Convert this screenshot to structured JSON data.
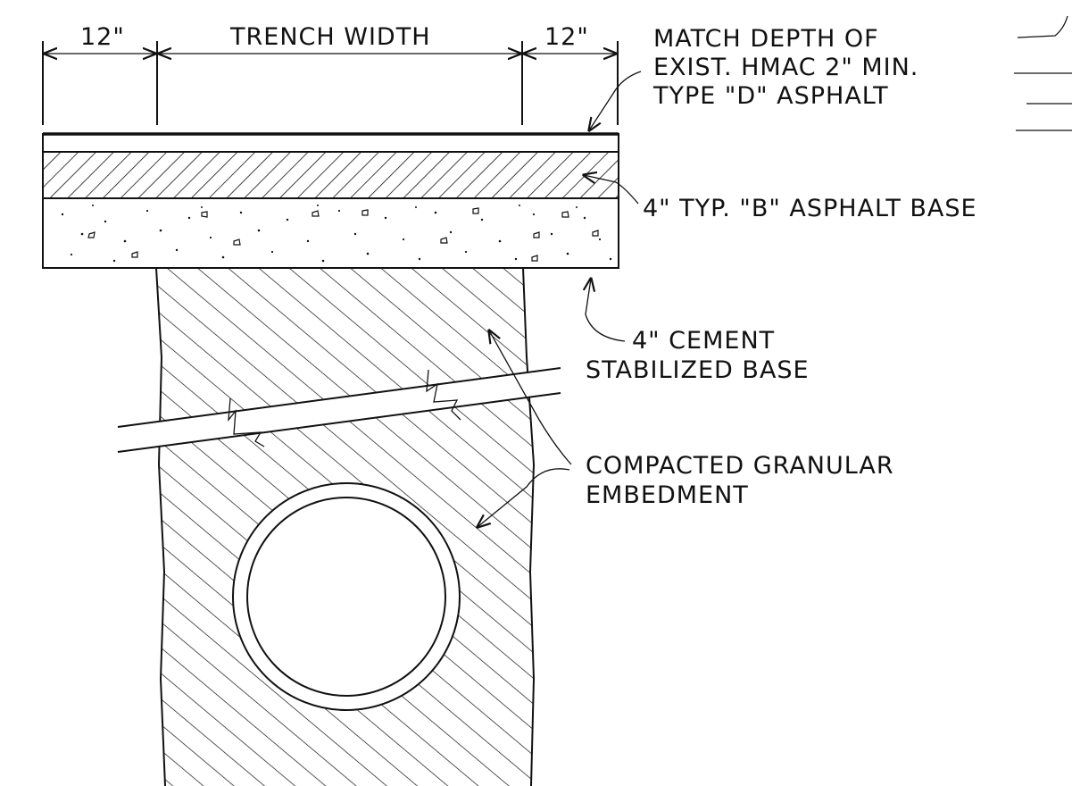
{
  "dimensions": {
    "left_offset": "12\"",
    "trench_width": "TRENCH WIDTH",
    "right_offset": "12\""
  },
  "labels": {
    "surface_line1": "MATCH DEPTH OF",
    "surface_line2": "EXIST. HMAC 2\" MIN.",
    "surface_line3": "TYPE \"D\" ASPHALT",
    "asphalt_base": "4\" TYP. \"B\" ASPHALT BASE",
    "cement_line1": "4\" CEMENT",
    "cement_line2": "STABILIZED BASE",
    "embedment_line1": "COMPACTED GRANULAR",
    "embedment_line2": "EMBEDMENT"
  },
  "colors": {
    "ink": "#111111",
    "paper": "#ffffff"
  }
}
